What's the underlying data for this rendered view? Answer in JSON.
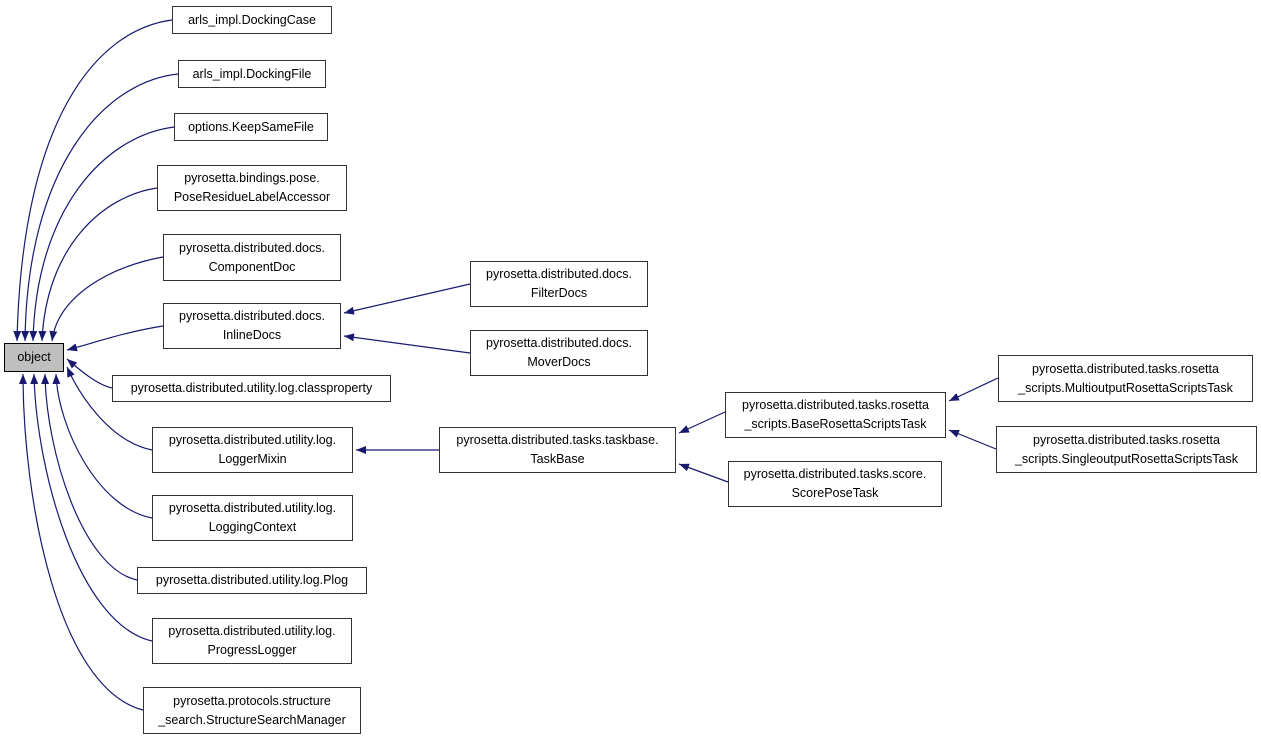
{
  "diagram": {
    "type": "inheritance-graph",
    "root_label": "object",
    "colors": {
      "edge": "#191970",
      "node_border": "#333333",
      "node_fill": "#ffffff",
      "highlight_fill": "#bfbfbf",
      "text": "#000000"
    },
    "nodes": [
      {
        "id": "object",
        "highlight": true,
        "lines": [
          "object"
        ]
      },
      {
        "id": "docking_case",
        "highlight": false,
        "lines": [
          "arls_impl.DockingCase"
        ]
      },
      {
        "id": "docking_file",
        "highlight": false,
        "lines": [
          "arls_impl.DockingFile"
        ]
      },
      {
        "id": "keep_same_file",
        "highlight": false,
        "lines": [
          "options.KeepSameFile"
        ]
      },
      {
        "id": "pose_residue_label_accessor",
        "highlight": false,
        "lines": [
          "pyrosetta.bindings.pose.",
          "PoseResidueLabelAccessor"
        ]
      },
      {
        "id": "component_doc",
        "highlight": false,
        "lines": [
          "pyrosetta.distributed.docs.",
          "ComponentDoc"
        ]
      },
      {
        "id": "inline_docs",
        "highlight": false,
        "lines": [
          "pyrosetta.distributed.docs.",
          "InlineDocs"
        ]
      },
      {
        "id": "classproperty",
        "highlight": false,
        "lines": [
          "pyrosetta.distributed.utility.log.classproperty"
        ]
      },
      {
        "id": "logger_mixin",
        "highlight": false,
        "lines": [
          "pyrosetta.distributed.utility.log.",
          "LoggerMixin"
        ]
      },
      {
        "id": "logging_context",
        "highlight": false,
        "lines": [
          "pyrosetta.distributed.utility.log.",
          "LoggingContext"
        ]
      },
      {
        "id": "plog",
        "highlight": false,
        "lines": [
          "pyrosetta.distributed.utility.log.Plog"
        ]
      },
      {
        "id": "progress_logger",
        "highlight": false,
        "lines": [
          "pyrosetta.distributed.utility.log.",
          "ProgressLogger"
        ]
      },
      {
        "id": "structure_search_manager",
        "highlight": false,
        "lines": [
          "pyrosetta.protocols.structure",
          "_search.StructureSearchManager"
        ]
      },
      {
        "id": "filter_docs",
        "highlight": false,
        "lines": [
          "pyrosetta.distributed.docs.",
          "FilterDocs"
        ]
      },
      {
        "id": "mover_docs",
        "highlight": false,
        "lines": [
          "pyrosetta.distributed.docs.",
          "MoverDocs"
        ]
      },
      {
        "id": "task_base",
        "highlight": false,
        "lines": [
          "pyrosetta.distributed.tasks.taskbase.",
          "TaskBase"
        ]
      },
      {
        "id": "base_rosetta_scripts_task",
        "highlight": false,
        "lines": [
          "pyrosetta.distributed.tasks.rosetta",
          "_scripts.BaseRosettaScriptsTask"
        ]
      },
      {
        "id": "score_pose_task",
        "highlight": false,
        "lines": [
          "pyrosetta.distributed.tasks.score.",
          "ScorePoseTask"
        ]
      },
      {
        "id": "multioutput_rosetta_scripts_task",
        "highlight": false,
        "lines": [
          "pyrosetta.distributed.tasks.rosetta",
          "_scripts.MultioutputRosettaScriptsTask"
        ]
      },
      {
        "id": "singleoutput_rosetta_scripts_task",
        "highlight": false,
        "lines": [
          "pyrosetta.distributed.tasks.rosetta",
          "_scripts.SingleoutputRosettaScriptsTask"
        ]
      }
    ],
    "edges": [
      {
        "from": "docking_case",
        "to": "object"
      },
      {
        "from": "docking_file",
        "to": "object"
      },
      {
        "from": "keep_same_file",
        "to": "object"
      },
      {
        "from": "pose_residue_label_accessor",
        "to": "object"
      },
      {
        "from": "component_doc",
        "to": "object"
      },
      {
        "from": "inline_docs",
        "to": "object"
      },
      {
        "from": "classproperty",
        "to": "object"
      },
      {
        "from": "logger_mixin",
        "to": "object"
      },
      {
        "from": "logging_context",
        "to": "object"
      },
      {
        "from": "plog",
        "to": "object"
      },
      {
        "from": "progress_logger",
        "to": "object"
      },
      {
        "from": "structure_search_manager",
        "to": "object"
      },
      {
        "from": "filter_docs",
        "to": "inline_docs"
      },
      {
        "from": "mover_docs",
        "to": "inline_docs"
      },
      {
        "from": "task_base",
        "to": "logger_mixin"
      },
      {
        "from": "base_rosetta_scripts_task",
        "to": "task_base"
      },
      {
        "from": "score_pose_task",
        "to": "task_base"
      },
      {
        "from": "multioutput_rosetta_scripts_task",
        "to": "base_rosetta_scripts_task"
      },
      {
        "from": "singleoutput_rosetta_scripts_task",
        "to": "base_rosetta_scripts_task"
      }
    ]
  }
}
